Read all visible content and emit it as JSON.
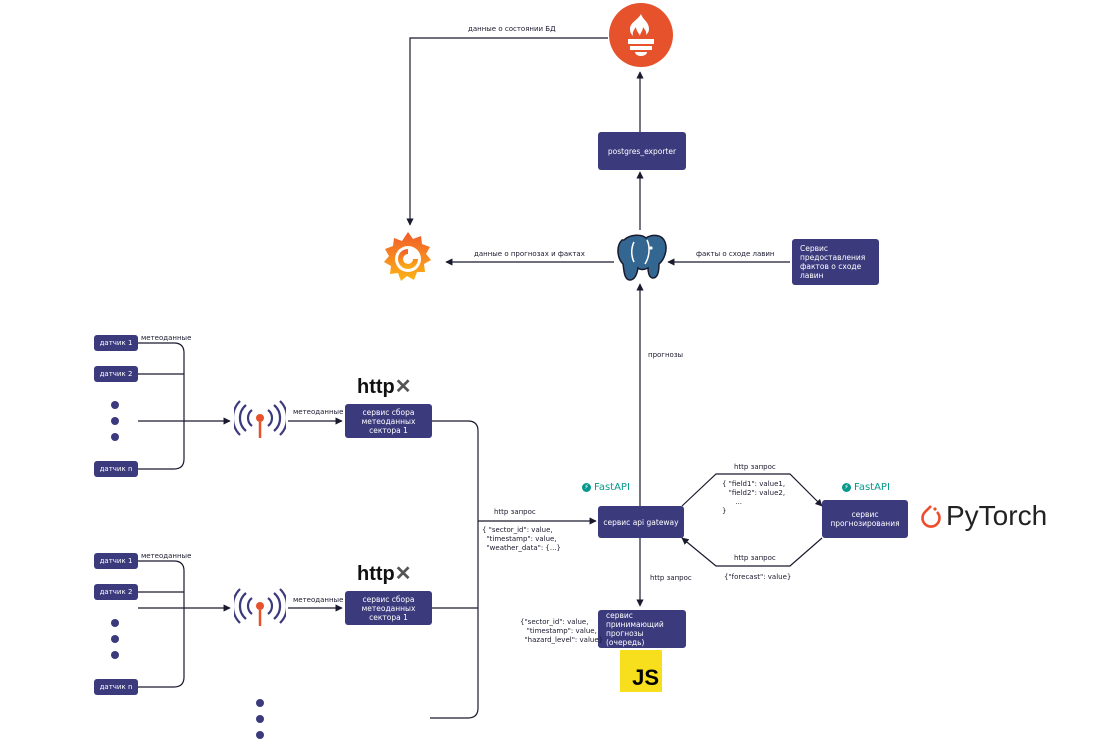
{
  "nodes": {
    "postgres_exporter": "postgres_exporter",
    "avalanche_facts_service": "Сервис предоставления фактов о сходе лавин",
    "collector_1": "сервис сбора метеоданных сектора 1",
    "collector_2": "сервис сбора метеоданных сектора 1",
    "api_gateway": "сервис api gateway",
    "forecast_service": "сервис прогнозирования",
    "queue_service": "сервис принимающий прогнозы (очередь)"
  },
  "sensors_group_1": [
    "датчик 1",
    "датчик 2",
    "датчик n"
  ],
  "sensors_group_2": [
    "датчик 1",
    "датчик 2",
    "датчик n"
  ],
  "edge_labels": {
    "db_state": "данные о состоянии БД",
    "forecasts_facts": "данные о прогнозах и фактах",
    "avalanche_facts": "факты о сходе лавин",
    "forecasts": "прогнозы",
    "meta_1": "метеоданные",
    "meta_2": "метеоданные",
    "meta_3": "метеоданные",
    "meta_4": "метеоданные",
    "http_req_gateway": "http запрос",
    "gateway_payload": "{ \"sector_id\": value,\n  \"timestamp\": value,\n  \"weather_data\": {...}",
    "http_req_top": "http запрос",
    "field_payload": "{ \"field1\": value1,\n   \"field2\": value2,\n      ...\n}",
    "http_req_return": "http запрос",
    "forecast_payload": "{\"forecast\": value}",
    "http_req_queue": "http запрос",
    "queue_payload": "{\"sector_id\": value,\n   \"timestamp\": value,\n  \"hazard_level\": value}"
  },
  "logos": {
    "httpx_1": "http",
    "httpx_2": "http",
    "fastapi_1": "FastAPI",
    "fastapi_2": "FastAPI",
    "pytorch": "PyTorch",
    "js": "JS"
  },
  "colors": {
    "node": "#3b3a7d",
    "prometheus": "#e6522c",
    "grafana": "#f46800",
    "postgres": "#336791",
    "fastapi": "#05998b",
    "pytorch": "#ee4c2c",
    "js": "#f7df1e"
  }
}
